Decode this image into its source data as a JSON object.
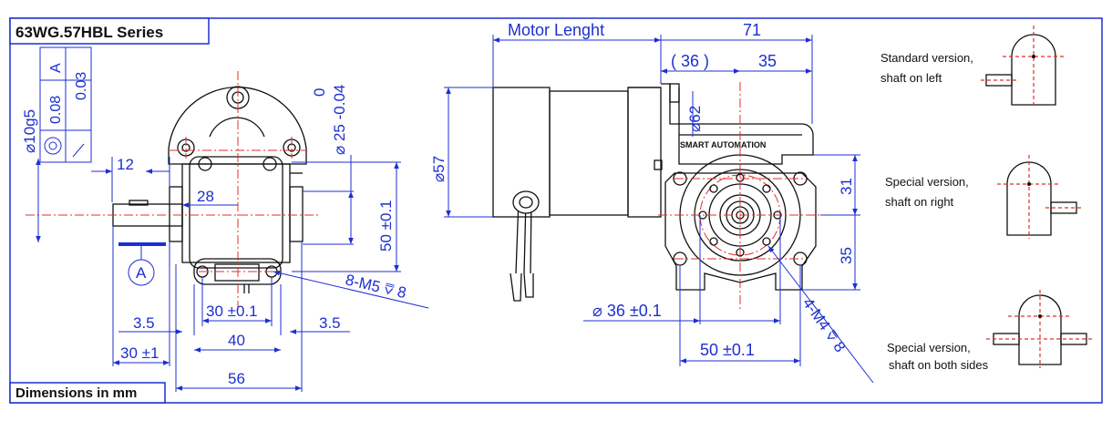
{
  "title": "63WG.57HBL Series",
  "footer": "Dimensions in mm",
  "brand": "SMART AUTOMATION",
  "colors": {
    "dimension": "#1c2fd0",
    "centerline": "#e0302a",
    "outline": "#111111",
    "frame": "#1c2fd0"
  },
  "left_view": {
    "shaft_fit": "10g5",
    "tolerance_frame": {
      "datum": "A",
      "tol1": "0.08",
      "tol2": "0.03"
    },
    "datum_label": "A",
    "dims": {
      "d12": "12",
      "d28": "28",
      "d25": "25 -0.04",
      "d25_upper": "0",
      "d50": "50 ±0.1",
      "d8m5": "8-M5",
      "d8m5_depth": "8",
      "d30b": "30 ±0.1",
      "d35a": "3.5",
      "d35b": "3.5",
      "d40": "40",
      "d30a": "30 ±1",
      "d56": "56"
    }
  },
  "right_view": {
    "dims": {
      "motor_length": "Motor Lenght",
      "d71": "71",
      "d36": "36",
      "d35top": "35",
      "d57": "57",
      "d62": "62",
      "d31": "31",
      "d35side": "35",
      "d36h": "36 ±0.1",
      "d50h": "50 ±0.1",
      "d4m4": "4-M4",
      "d4m4_depth": "8"
    }
  },
  "versions": [
    {
      "line1": "Standard version,",
      "line2": "shaft on left"
    },
    {
      "line1": "Special version,",
      "line2": "shaft on right"
    },
    {
      "line1": "Special version,",
      "line2": "shaft on both sides"
    }
  ]
}
